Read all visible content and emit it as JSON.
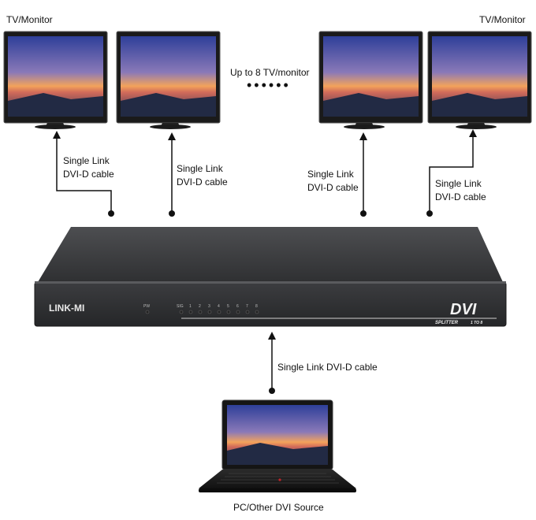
{
  "labels": {
    "monitor_left": "TV/Monitor",
    "monitor_right": "TV/Monitor",
    "up_to": "Up to 8 TV/monitor",
    "ellipsis": "••••••",
    "cable1_line1": "Single Link",
    "cable1_line2": "DVI-D cable",
    "cable2_line1": "Single Link",
    "cable2_line2": "DVI-D cable",
    "cable3_line1": "Single Link",
    "cable3_line2": "DVI-D cable",
    "cable4_line1": "Single Link",
    "cable4_line2": "DVI-D cable",
    "input_cable": "Single Link DVI-D cable",
    "source": "PC/Other DVI Source"
  },
  "device": {
    "brand": "LINK-MI",
    "pw": "PW",
    "sig": "SIG",
    "ports": [
      "1",
      "2",
      "3",
      "4",
      "5",
      "6",
      "7",
      "8"
    ],
    "model": "DVI",
    "subtitle": "SPLITTER",
    "subtitle2": "1 TO 8"
  },
  "colors": {
    "device_body": "#3a3b3d",
    "device_top": "#48494b",
    "screen_sky_top": "#3b4fa8",
    "screen_sunset": "#f2a45a",
    "line": "#111111"
  }
}
